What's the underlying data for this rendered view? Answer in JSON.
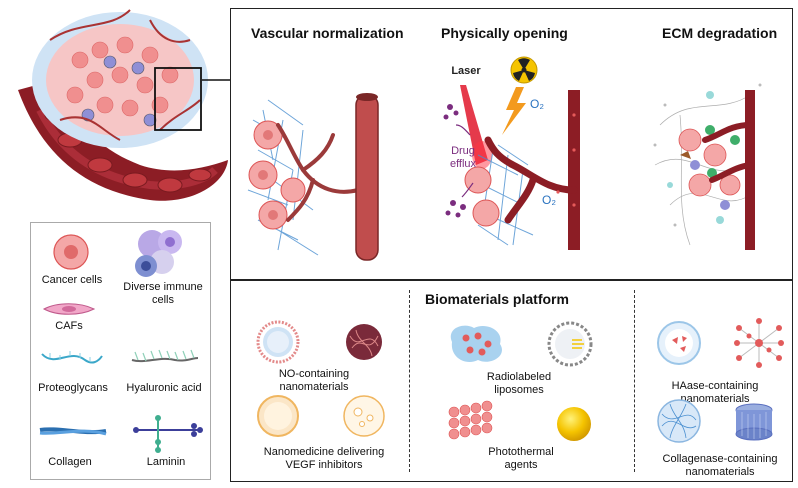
{
  "top_panel": {
    "titles": {
      "vascular": "Vascular normalization",
      "physical": "Physically opening",
      "ecm": "ECM degradation"
    },
    "annotations": {
      "laser": "Laser",
      "o2_top": "O₂",
      "drug_efflux": "Drug\nefflux",
      "o2_bottom": "O₂"
    }
  },
  "legend": {
    "items": [
      {
        "label": "Cancer cells"
      },
      {
        "label": "Diverse immune\ncells"
      },
      {
        "label": "CAFs"
      },
      {
        "label": "Proteoglycans"
      },
      {
        "label": "Hyaluronic acid"
      },
      {
        "label": "Collagen"
      },
      {
        "label": "Laminin"
      }
    ]
  },
  "bottom_panel": {
    "title": "Biomaterials platform",
    "labels": {
      "no": "NO-containing\nnanomaterials",
      "vegf": "Nanomedicine delivering\nVEGF inhibitors",
      "radio": "Radiolabeled\nliposomes",
      "photothermal": "Photothermal\nagents",
      "haase": "HAase-containing\nnanomaterials",
      "collagenase": "Collagenase-containing\nnanomaterials"
    }
  },
  "colors": {
    "vessel": "#b0403f",
    "vessel_dark": "#7a1f24",
    "cancer": "#f3a6a6",
    "ecm_blue": "#4a8fd0",
    "accent_purple": "#7b2d7f",
    "o2_blue": "#2a73c0"
  }
}
